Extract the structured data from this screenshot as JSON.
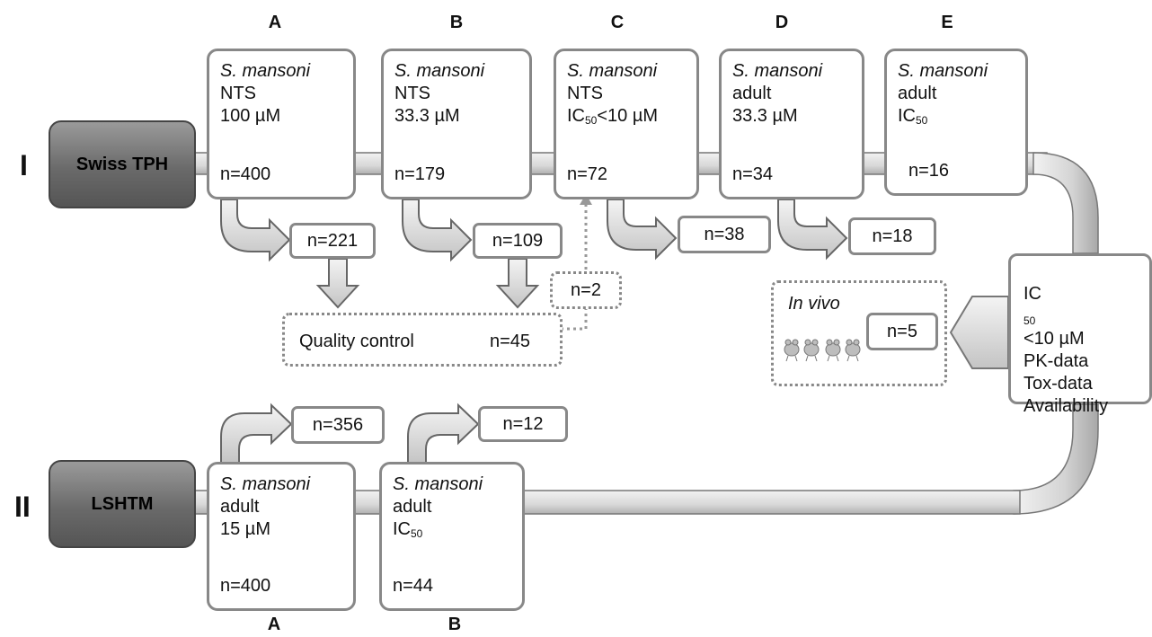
{
  "columns_top": [
    "A",
    "B",
    "C",
    "D",
    "E"
  ],
  "columns_bottom": [
    "A",
    "B"
  ],
  "rows": [
    {
      "numeral": "I",
      "lab": "Swiss TPH"
    },
    {
      "numeral": "II",
      "lab": "LSHTM"
    }
  ],
  "pipeline_I": [
    {
      "species": "S. mansoni",
      "stage": "NTS",
      "conc": "100 µM",
      "count": "n=400",
      "dropout": "n=221"
    },
    {
      "species": "S. mansoni",
      "stage": "NTS",
      "conc": "33.3 µM",
      "count": "n=179",
      "dropout": "n=109"
    },
    {
      "species": "S. mansoni",
      "stage": "NTS",
      "conc_prefix": "IC",
      "conc_sub": "50",
      "conc_suffix": "<10 µM",
      "count": "n=72",
      "dropout": "n=38"
    },
    {
      "species": "S. mansoni",
      "stage": "adult",
      "conc": "33.3 µM",
      "count": "n=34",
      "dropout": "n=18"
    },
    {
      "species": "S. mansoni",
      "stage": "adult",
      "conc_prefix": "IC",
      "conc_sub": "50",
      "count": "n=16"
    }
  ],
  "quality_control": {
    "label": "Quality control",
    "count": "n=45",
    "returned": "n=2"
  },
  "pipeline_II": [
    {
      "species": "S. mansoni",
      "stage": "adult",
      "conc": "15 µM",
      "count": "n=400",
      "dropout": "n=356"
    },
    {
      "species": "S. mansoni",
      "stage": "adult",
      "conc_prefix": "IC",
      "conc_sub": "50",
      "count": "n=44",
      "dropout": "n=12"
    }
  ],
  "criteria": {
    "line1_prefix": "IC",
    "line1_sub": "50",
    "line1_suffix": "<10 µM",
    "line2": "PK-data",
    "line3": "Tox-data",
    "line4": "Availability"
  },
  "in_vivo": {
    "label": "In vivo",
    "count": "n=5",
    "icon": "mouse-icon"
  },
  "colors": {
    "border": "#888888",
    "pipe_light": "#e8e8e8",
    "pipe_dark": "#b5b5b5",
    "lab_fill": "#6a6a6a"
  }
}
